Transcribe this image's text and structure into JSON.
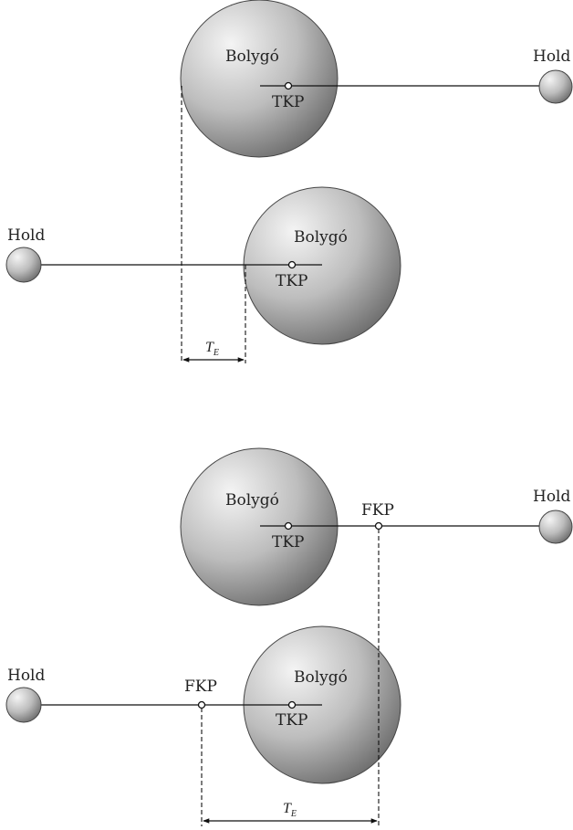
{
  "labels": {
    "planet": "Bolygó",
    "moon": "Hold",
    "barycenter": "TKP",
    "fkp": "FKP",
    "te_main": "T",
    "te_sub": "E"
  },
  "colors": {
    "sphere_light": "#f4f4f4",
    "sphere_mid": "#bdbdbd",
    "sphere_dark": "#707070",
    "line": "#111111"
  }
}
